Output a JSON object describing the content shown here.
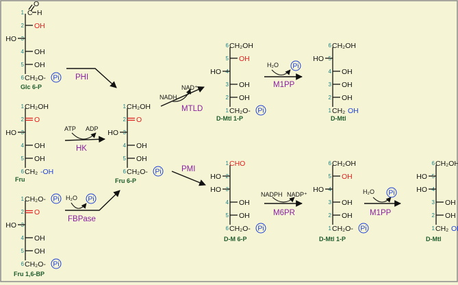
{
  "colors": {
    "background": "#f5f5d5",
    "border": "#8c8c8c",
    "bond": "#111111",
    "carbon_number": "#1a7f86",
    "highlight_red": "#e0201f",
    "highlight_blue": "#1f3fd6",
    "compound_label": "#1d5a2c",
    "enzyme_label": "#8a1fa0"
  },
  "phosphate_symbol": "Pi",
  "compounds": [
    {
      "id": "glc6p",
      "label": "Glc 6-P",
      "carbons": [
        {
          "n": "1",
          "right": "O",
          "sub": "H",
          "top": "C",
          "type": "aldehyde"
        },
        {
          "n": "2",
          "right": "OH",
          "color": "red"
        },
        {
          "n": "3",
          "left": "HO"
        },
        {
          "n": "4",
          "right": "OH"
        },
        {
          "n": "5",
          "right": "OH"
        },
        {
          "n": "6",
          "group": "CH₂O-",
          "pi": true
        }
      ]
    },
    {
      "id": "fru",
      "label": "Fru",
      "carbons": [
        {
          "n": "1",
          "group": "CH₂OH"
        },
        {
          "n": "2",
          "right": "O",
          "color": "red",
          "type": "keto"
        },
        {
          "n": "3",
          "left": "HO"
        },
        {
          "n": "4",
          "right": "OH"
        },
        {
          "n": "5",
          "right": "OH"
        },
        {
          "n": "6",
          "group": "CH₂",
          "tail": "-OH",
          "tailColor": "blue"
        }
      ]
    },
    {
      "id": "fru16bp",
      "label": "Fru 1,6-BP",
      "carbons": [
        {
          "n": "1",
          "group": "CH₂O-",
          "pi": true
        },
        {
          "n": "2",
          "right": "O",
          "color": "red",
          "type": "keto"
        },
        {
          "n": "3",
          "left": "HO"
        },
        {
          "n": "4",
          "right": "OH"
        },
        {
          "n": "5",
          "right": "OH"
        },
        {
          "n": "6",
          "group": "CH₂O-",
          "pi": true
        }
      ]
    },
    {
      "id": "fru6p",
      "label": "Fru 6-P",
      "carbons": [
        {
          "n": "1",
          "group": "CH₂OH"
        },
        {
          "n": "2",
          "right": "O",
          "color": "red",
          "type": "keto"
        },
        {
          "n": "3",
          "left": "HO"
        },
        {
          "n": "4",
          "right": "OH"
        },
        {
          "n": "5",
          "right": "OH"
        },
        {
          "n": "6",
          "group": "CH₂O-",
          "pi": true
        }
      ]
    },
    {
      "id": "mtl1p_top",
      "label": "D-Mtl 1-P",
      "carbons": [
        {
          "n": "6",
          "group": "CH₂OH"
        },
        {
          "n": "5",
          "right": "OH",
          "color": "red"
        },
        {
          "n": "4",
          "left": "HO"
        },
        {
          "n": "3",
          "right": "OH"
        },
        {
          "n": "2",
          "right": "OH"
        },
        {
          "n": "1",
          "group": "CH₂O-",
          "pi": true
        }
      ]
    },
    {
      "id": "mtl_top",
      "label": "D-Mtl",
      "carbons": [
        {
          "n": "6",
          "group": "CH₂OH"
        },
        {
          "n": "5",
          "left": "HO"
        },
        {
          "n": "4",
          "right": "OH"
        },
        {
          "n": "3",
          "right": "OH"
        },
        {
          "n": "2",
          "right": "OH"
        },
        {
          "n": "1",
          "group": "CH₂",
          "tail": "OH",
          "tailColor": "blue"
        }
      ]
    },
    {
      "id": "m6p",
      "label": "D-M 6-P",
      "carbons": [
        {
          "n": "1",
          "group": "CHO",
          "color": "red"
        },
        {
          "n": "2",
          "left": "HO"
        },
        {
          "n": "3",
          "left": "HO"
        },
        {
          "n": "4",
          "right": "OH"
        },
        {
          "n": "5",
          "right": "OH"
        },
        {
          "n": "6",
          "group": "CH₂O-",
          "pi": true
        }
      ]
    },
    {
      "id": "mtl1p_bottom",
      "label": "D-Mtl 1-P",
      "carbons": [
        {
          "n": "6",
          "group": "CH₂OH"
        },
        {
          "n": "5",
          "right": "OH",
          "color": "red"
        },
        {
          "n": "4",
          "left": "HO"
        },
        {
          "n": "3",
          "right": "OH"
        },
        {
          "n": "2",
          "right": "OH"
        },
        {
          "n": "1",
          "group": "CH₂O-",
          "pi": true
        }
      ]
    },
    {
      "id": "mtl_bottom",
      "label": "D-Mtl",
      "carbons": [
        {
          "n": "6",
          "group": "CH₂OH"
        },
        {
          "n": "5",
          "left": "HO"
        },
        {
          "n": "4",
          "left": "HO"
        },
        {
          "n": "3",
          "right": "OH"
        },
        {
          "n": "2",
          "right": "OH"
        },
        {
          "n": "1",
          "group": "CH₂",
          "tail": "OH",
          "tailColor": "blue"
        }
      ]
    }
  ],
  "reactions": [
    {
      "id": "phi",
      "enzyme": "PHI",
      "cofactors": []
    },
    {
      "id": "hk",
      "enzyme": "HK",
      "cofactors": [
        "ATP",
        "ADP"
      ]
    },
    {
      "id": "fbpase",
      "enzyme": "FBPase",
      "cofactors": [
        "H₂O"
      ],
      "product_pi": true
    },
    {
      "id": "mtld",
      "enzyme": "MTLD",
      "cofactors": [
        "NADH",
        "NAD⁺"
      ]
    },
    {
      "id": "m1pp_top",
      "enzyme": "M1PP",
      "cofactors": [
        "H₂O"
      ],
      "product_pi": true
    },
    {
      "id": "pmi",
      "enzyme": "PMI",
      "cofactors": []
    },
    {
      "id": "m6pr",
      "enzyme": "M6PR",
      "cofactors": [
        "NADPH",
        "NADP⁺"
      ]
    },
    {
      "id": "m1pp_bottom",
      "enzyme": "M1PP",
      "cofactors": [
        "H₂O"
      ],
      "product_pi": true
    }
  ]
}
